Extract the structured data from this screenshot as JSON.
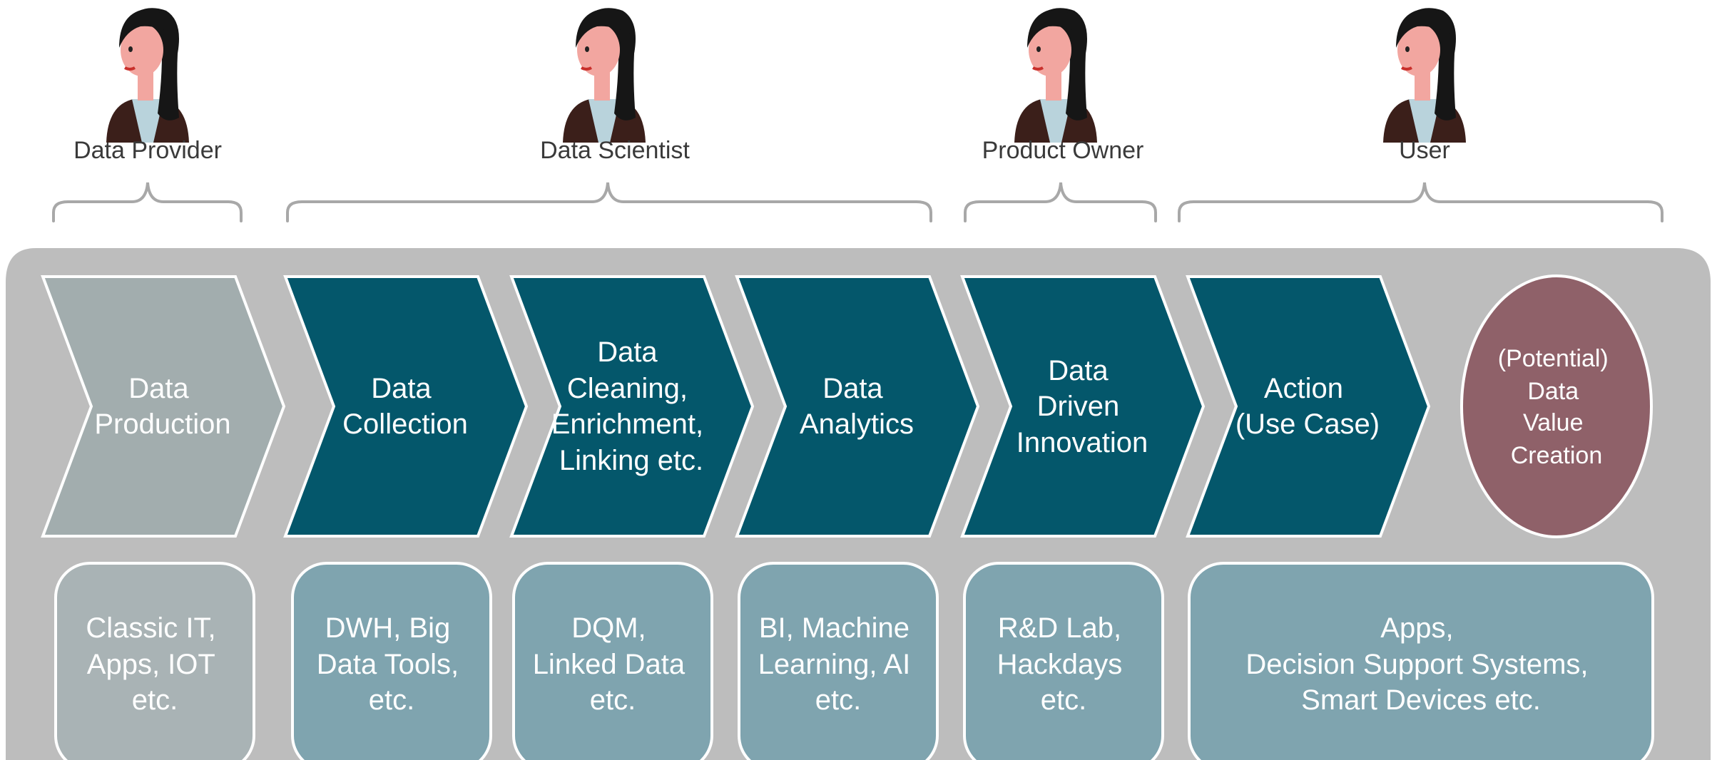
{
  "roles": [
    {
      "id": "data-provider",
      "label": "Data Provider"
    },
    {
      "id": "data-scientist",
      "label": "Data Scientist"
    },
    {
      "id": "product-owner",
      "label": "Product Owner"
    },
    {
      "id": "user",
      "label": "User"
    }
  ],
  "steps": [
    {
      "id": "data-production",
      "lines": [
        "Data",
        "Production"
      ],
      "fill": "#a2adae"
    },
    {
      "id": "data-collection",
      "lines": [
        "Data",
        "Collection"
      ],
      "fill": "#04576b"
    },
    {
      "id": "data-cleaning",
      "lines": [
        "Data",
        "Cleaning,",
        "Enrichment,",
        "Linking etc."
      ],
      "fill": "#04576b"
    },
    {
      "id": "data-analytics",
      "lines": [
        "Data",
        "Analytics"
      ],
      "fill": "#04576b"
    },
    {
      "id": "data-driven-innovation",
      "lines": [
        "Data",
        "Driven",
        "Innovation"
      ],
      "fill": "#04576b"
    },
    {
      "id": "action",
      "lines": [
        "Action",
        "(Use Case)"
      ],
      "fill": "#04576b"
    }
  ],
  "outcome": {
    "lines": [
      "(Potential)",
      "Data",
      "Value",
      "Creation"
    ],
    "fill": "#8f6169"
  },
  "tools": [
    {
      "id": "classic-it",
      "lines": [
        "Classic IT,",
        "Apps, IOT",
        "etc."
      ],
      "fill": "#a9b3b5"
    },
    {
      "id": "dwh",
      "lines": [
        "DWH, Big",
        "Data Tools,",
        "etc."
      ],
      "fill": "#7fa4af"
    },
    {
      "id": "dqm",
      "lines": [
        "DQM,",
        "Linked Data",
        "etc."
      ],
      "fill": "#7fa4af"
    },
    {
      "id": "bi",
      "lines": [
        "BI, Machine",
        "Learning, AI",
        "etc."
      ],
      "fill": "#7fa4af"
    },
    {
      "id": "rnd",
      "lines": [
        "R&D Lab,",
        "Hackdays",
        "etc."
      ],
      "fill": "#7fa4af"
    },
    {
      "id": "apps",
      "lines": [
        "Apps,",
        "Decision Support Systems,",
        "Smart Devices etc."
      ],
      "fill": "#7fa4af"
    }
  ],
  "colors": {
    "panel": "#bdbdbd",
    "brace": "#a8a8a8",
    "outline": "#ffffff"
  }
}
